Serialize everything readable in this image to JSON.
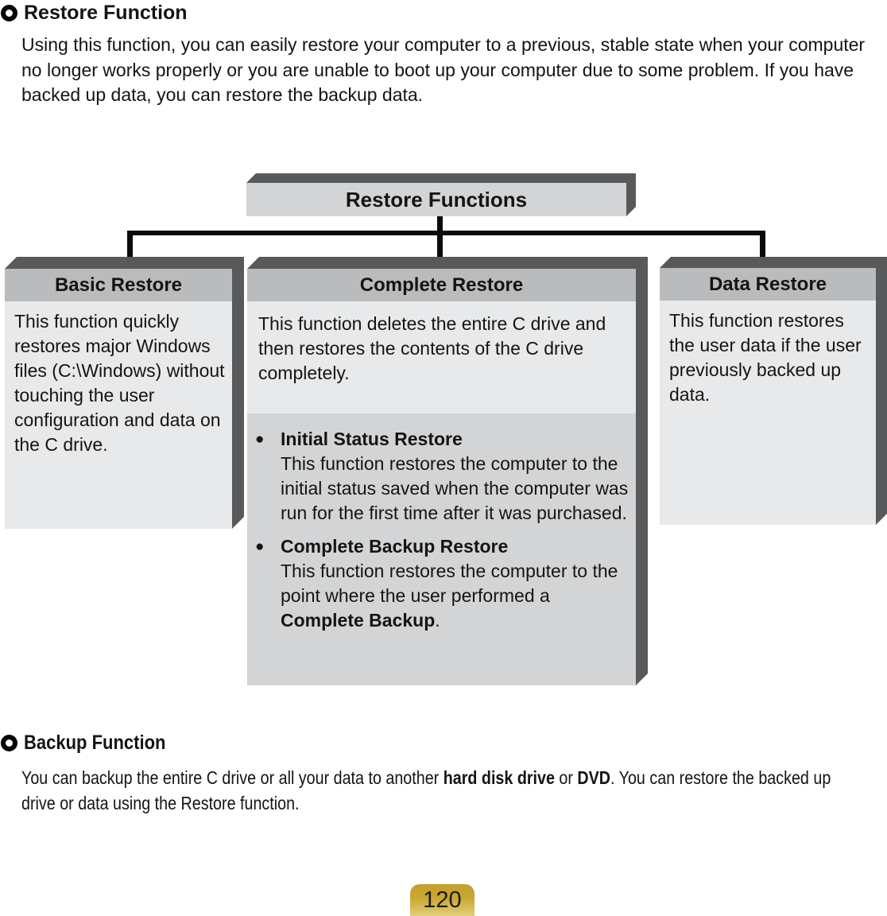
{
  "restore_section": {
    "heading": "Restore Function",
    "paragraph": "Using this function, you can easily restore your computer to a previous, stable state when your computer no longer works properly or you are unable to boot up your computer due to some problem. If you have backed up data, you can restore the backup data."
  },
  "diagram": {
    "root": {
      "title": "Restore Functions"
    },
    "boxes": {
      "basic": {
        "title": "Basic Restore",
        "body": "This function quickly restores major Windows files (C:\\Windows) without touching the user configuration and data on the C drive."
      },
      "complete": {
        "title": "Complete Restore",
        "intro": "This function deletes the entire C drive and then restores the contents of the C drive completely.",
        "bullets": [
          {
            "heading": "Initial Status Restore",
            "body": [
              {
                "text": "This function restores the computer to the initial status saved when the computer was run for the first time after it was purchased.",
                "bold": false
              }
            ]
          },
          {
            "heading": "Complete Backup Restore",
            "body": [
              {
                "text": "This function restores the computer to the point where the user performed a ",
                "bold": false
              },
              {
                "text": "Complete Backup",
                "bold": true
              },
              {
                "text": ".",
                "bold": false
              }
            ]
          }
        ]
      },
      "data": {
        "title": "Data Restore",
        "body": "This function restores the user data if the user previously backed up data."
      }
    }
  },
  "backup_section": {
    "heading": "Backup Function",
    "paragraph": [
      {
        "text": "You can backup the entire C drive or all your data to another ",
        "bold": false
      },
      {
        "text": "hard disk drive",
        "bold": true
      },
      {
        "text": " or ",
        "bold": false
      },
      {
        "text": "DVD",
        "bold": true
      },
      {
        "text": ". You can restore the backed up drive or data using the Restore function.",
        "bold": false
      }
    ]
  },
  "footer": {
    "page_number": "120"
  },
  "icons": {
    "section_bullet": "ring-icon",
    "list_bullet": "●"
  },
  "colors": {
    "box_extrusion": "#58595b",
    "header_band": "#b9bbbc",
    "face_light": "#e8e9ea",
    "face_mid": "#d2d4d5",
    "root_face": "#d3d4d5",
    "connector_line": "#0b0b0b",
    "badge_gold_top": "#c2a02a",
    "badge_gold_bottom": "#ecd98a"
  }
}
